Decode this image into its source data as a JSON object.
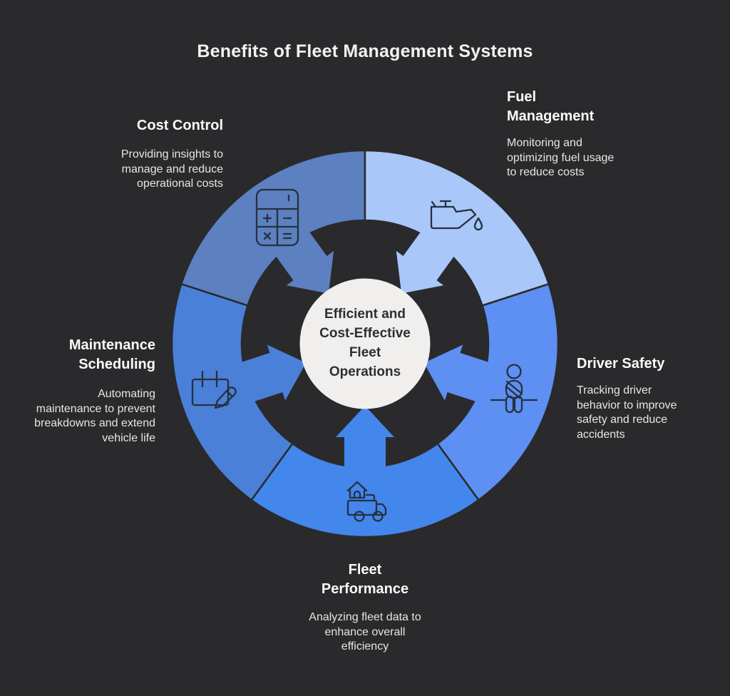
{
  "title": "Benefits of Fleet Management Systems",
  "center": {
    "lines": [
      "Efficient and",
      "Cost-Effective",
      "Fleet",
      "Operations"
    ]
  },
  "sections": [
    {
      "id": "cost-control",
      "label": "Cost Control",
      "description": "Providing insights to manage and reduce operational costs",
      "color": "#5c80c0",
      "icon": "calculator-icon"
    },
    {
      "id": "fuel-management",
      "label": "Fuel Management",
      "description": "Monitoring and optimizing fuel usage to reduce costs",
      "color": "#a9c7f8",
      "icon": "oil-can-icon"
    },
    {
      "id": "driver-safety",
      "label": "Driver Safety",
      "description": "Tracking driver behavior to improve safety and reduce accidents",
      "color": "#5e8ff2",
      "icon": "seatbelt-person-icon"
    },
    {
      "id": "fleet-performance",
      "label": "Fleet Performance",
      "description": "Analyzing fleet data to enhance overall efficiency",
      "color": "#4386ec",
      "icon": "house-truck-icon"
    },
    {
      "id": "maintenance-scheduling",
      "label": "Maintenance Scheduling",
      "description": "Automating maintenance to prevent breakdowns and extend vehicle life",
      "color": "#4b80d8",
      "icon": "calendar-pencil-icon"
    }
  ],
  "colors": {
    "background": "#2a2a2c",
    "center_circle": "#f0efee",
    "center_text": "#2c2f33",
    "heading_text": "#fafafa",
    "body_text": "#e6e6e6",
    "icon_stroke": "#26303f",
    "divider": "#2a2a2c"
  }
}
